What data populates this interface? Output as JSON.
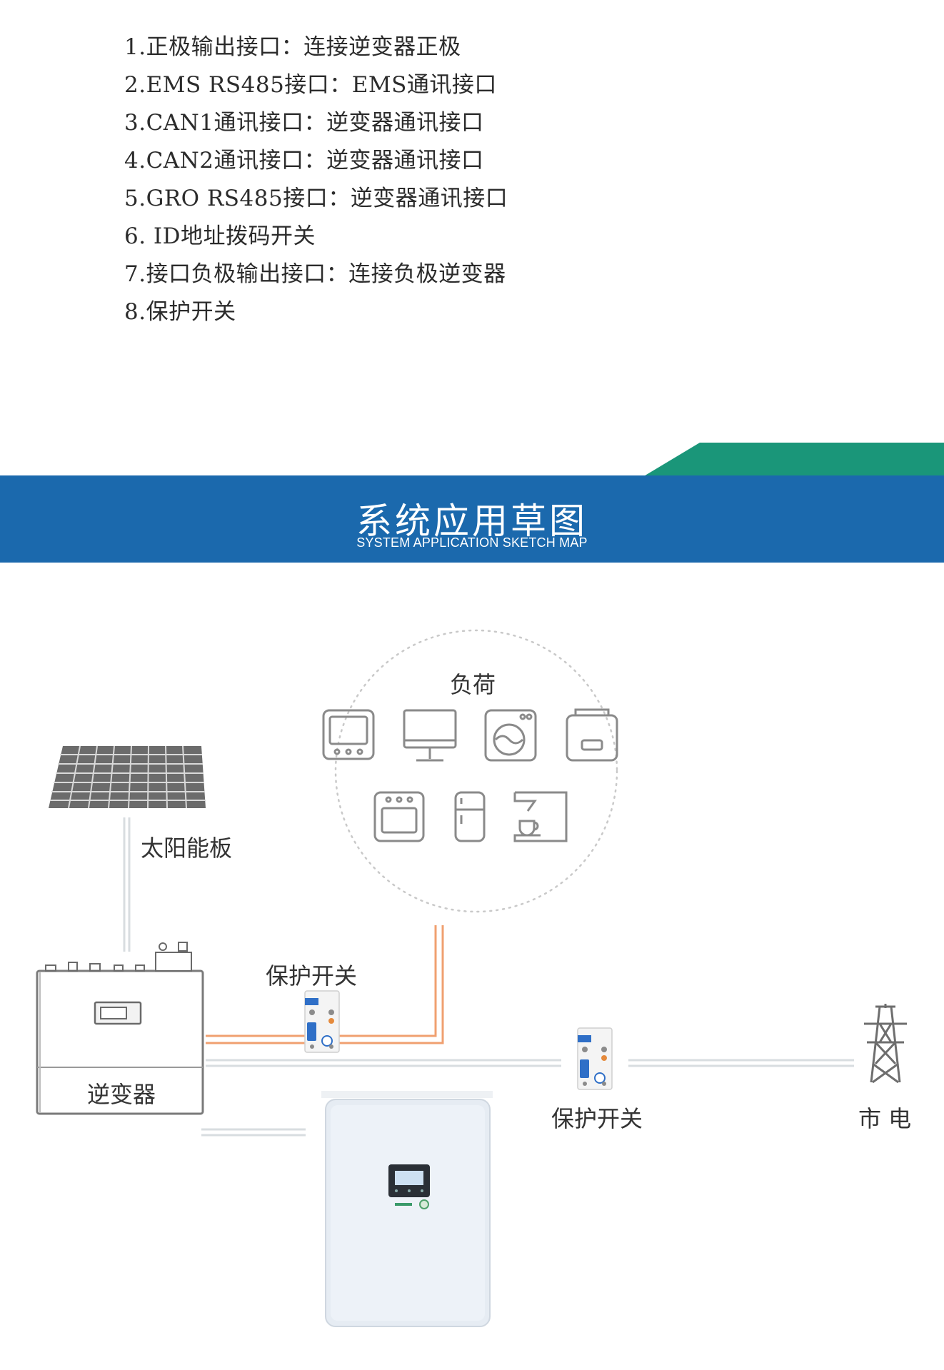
{
  "spec_items": [
    "1.正极输出接口：连接逆变器正极",
    "2.EMS RS485接口：EMS通讯接口",
    "3.CAN1通讯接口：逆变器通讯接口",
    "4.CAN2通讯接口：逆变器通讯接口",
    "5.GRO RS485接口：逆变器通讯接口",
    "6. ID地址拨码开关",
    "7.接口负极输出接口：连接负极逆变器",
    "8.保护开关"
  ],
  "banner": {
    "title": "系统应用草图",
    "subtitle": "SYSTEM APPLICATION SKETCH MAP",
    "color_blue": "#1b69ad",
    "color_green": "#1a9679"
  },
  "diagram": {
    "load_label": "负荷",
    "solar_label": "太阳能板",
    "inverter_label": "逆变器",
    "breaker1_label": "保护开关",
    "breaker2_label": "保护开关",
    "grid_label": "市 电",
    "load_icons": [
      "tv-icon",
      "monitor-icon",
      "washing-machine-icon",
      "rice-cooker-icon",
      "oven-icon",
      "refrigerator-icon",
      "coffee-machine-icon"
    ],
    "wire_orange": "#f0a070",
    "wire_gray": "#d8dde0"
  }
}
